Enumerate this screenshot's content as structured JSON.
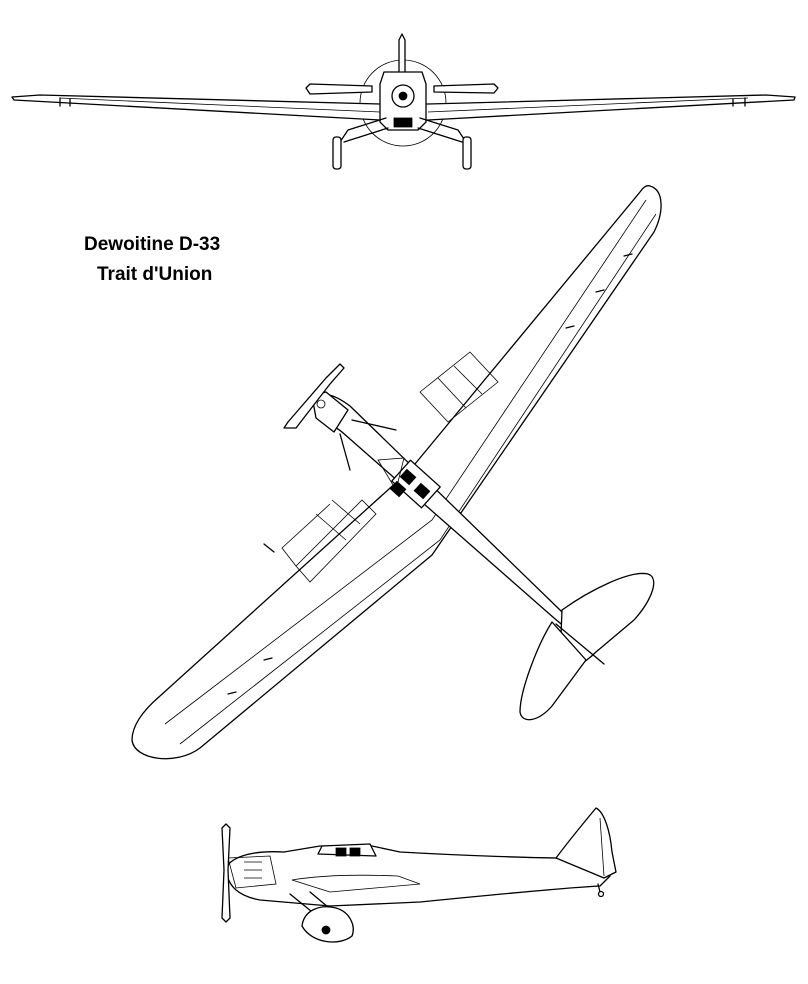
{
  "caption": {
    "line1": "Dewoitine D-33",
    "line2": "Trait d'Union"
  },
  "drawing": {
    "views": [
      "front-view",
      "top-view",
      "side-view"
    ],
    "line_color": "#000000",
    "background_color": "#ffffff"
  }
}
